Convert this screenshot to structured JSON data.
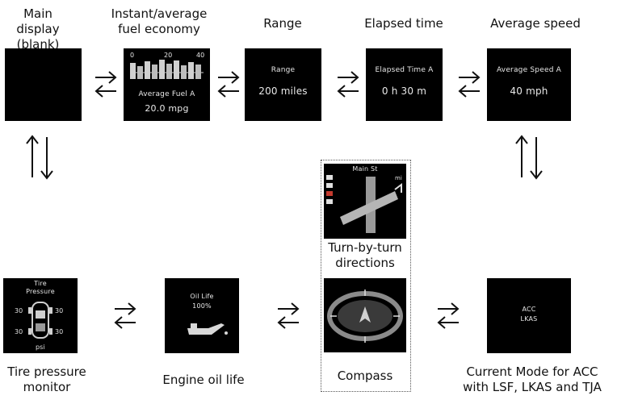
{
  "labels": {
    "main": "Main display\n(blank)",
    "fuel": "Instant/average\nfuel economy",
    "range": "Range",
    "elapsed": "Elapsed time",
    "avgspeed": "Average speed",
    "turn": "Turn-by-turn\ndirections",
    "tire": "Tire pressure\nmonitor",
    "oil": "Engine oil life",
    "compass": "Compass",
    "acc": "Current Mode for ACC\nwith LSF, LKAS and TJA"
  },
  "screens": {
    "fuel": {
      "scale_left": "0",
      "scale_mid": "20",
      "scale_right": "40",
      "title": "Average Fuel A",
      "value": "20.0 mpg"
    },
    "range": {
      "title": "Range",
      "value": "200 miles"
    },
    "elapsed": {
      "title": "Elapsed Time A",
      "value": "0 h 30 m"
    },
    "avgspeed": {
      "title": "Average Speed A",
      "value": "40 mph"
    },
    "turn": {
      "street": "Main St",
      "dist": "mi"
    },
    "tire": {
      "title": "Tire\nPressure",
      "fl": "30",
      "fr": "30",
      "rl": "30",
      "rr": "30",
      "unit": "psi"
    },
    "oil": {
      "line1": "Oil Life",
      "line2": "100%"
    },
    "acc": {
      "line1": "ACC",
      "line2": "LKAS"
    }
  },
  "colors": {
    "screen_bg": "#000000",
    "screen_text": "#e8e8e8",
    "arrow": "#111111"
  }
}
